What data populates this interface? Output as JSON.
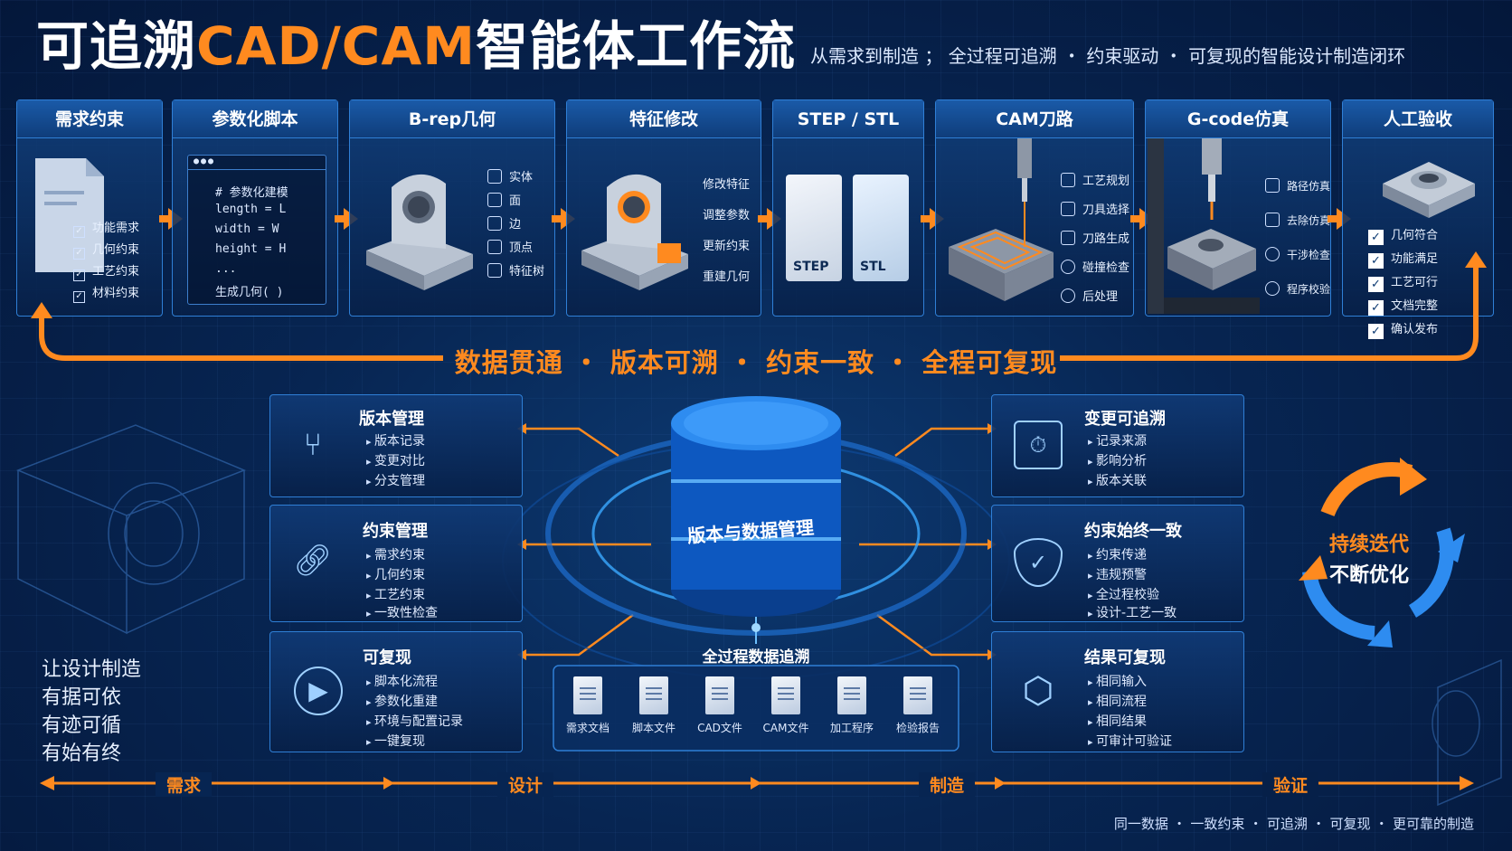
{
  "header": {
    "title_prefix": "可追溯",
    "title_highlight": "CAD/CAM",
    "title_suffix": "智能体工作流",
    "subtitle": "从需求到制造 ； 全过程可追溯 ・ 约束驱动 ・ 可复现的智能设计制造闭环"
  },
  "pipeline": {
    "steps": [
      {
        "title": "需求约束",
        "checks": [
          "功能需求",
          "几何约束",
          "工艺约束",
          "材料约束"
        ]
      },
      {
        "title": "参数化脚本",
        "code": [
          "# 参数化建模",
          "length = L",
          "width = W",
          "height = H",
          "...",
          "生成几何( )"
        ]
      },
      {
        "title": "B-rep几何",
        "items": [
          "实体",
          "面",
          "边",
          "顶点",
          "特征树"
        ]
      },
      {
        "title": "特征修改",
        "items": [
          "修改特征",
          "调整参数",
          "更新约束",
          "重建几何"
        ]
      },
      {
        "title": "STEP / STL",
        "files": [
          "STEP",
          "STL"
        ]
      },
      {
        "title": "CAM刀路",
        "items": [
          "工艺规划",
          "刀具选择",
          "刀路生成",
          "碰撞检查",
          "后处理"
        ]
      },
      {
        "title": "G-code仿真",
        "items": [
          "路径仿真",
          "去除仿真",
          "干涉检查",
          "程序校验"
        ]
      },
      {
        "title": "人工验收",
        "checks": [
          "几何符合",
          "功能满足",
          "工艺可行",
          "文档完整",
          "确认发布"
        ]
      }
    ]
  },
  "loop_band": "数据贯通 ・ 版本可溯 ・ 约束一致 ・ 全程可复现",
  "left_panels": [
    {
      "title": "版本管理",
      "items": [
        "版本记录",
        "变更对比",
        "分支管理"
      ]
    },
    {
      "title": "约束管理",
      "items": [
        "需求约束",
        "几何约束",
        "工艺约束",
        "一致性检查"
      ]
    },
    {
      "title": "可复现",
      "items": [
        "脚本化流程",
        "参数化重建",
        "环境与配置记录",
        "一键复现"
      ]
    }
  ],
  "right_panels": [
    {
      "title": "变更可追溯",
      "items": [
        "记录来源",
        "影响分析",
        "版本关联"
      ]
    },
    {
      "title": "约束始终一致",
      "items": [
        "约束传递",
        "违规预警",
        "全过程校验",
        "设计-工艺一致"
      ]
    },
    {
      "title": "结果可复现",
      "items": [
        "相同输入",
        "相同流程",
        "相同结果",
        "可审计可验证"
      ]
    }
  ],
  "center": {
    "db_label": "版本与数据管理",
    "trace_title": "全过程数据追溯",
    "docs": [
      "需求文档",
      "脚本文件",
      "CAD文件",
      "CAM文件",
      "加工程序",
      "检验报告"
    ]
  },
  "side_text": [
    "让设计制造",
    "有据可依",
    "有迹可循",
    "有始有终"
  ],
  "iterate": {
    "line1": "持续迭代",
    "line2": "不断优化"
  },
  "phases": [
    "需求",
    "设计",
    "制造",
    "验证"
  ],
  "footer": "同一数据 ・ 一致约束 ・ 可追溯 ・ 可复现 ・ 更可靠的制造",
  "colors": {
    "accent": "#ff8a1f",
    "border": "#2f7fd6",
    "glow": "#3aa8ff",
    "background": "#072552"
  }
}
